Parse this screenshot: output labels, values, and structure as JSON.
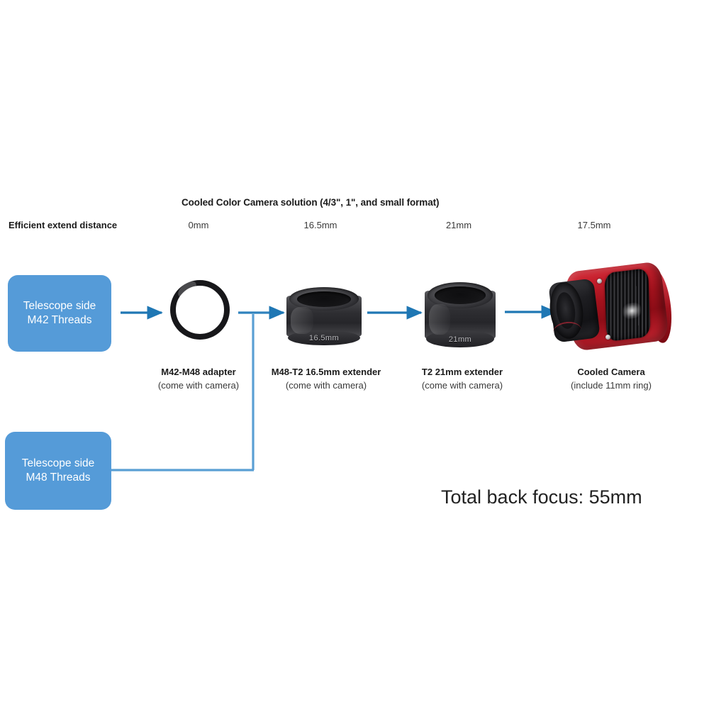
{
  "diagram": {
    "solution_title": "Cooled Color Camera solution (4/3\", 1\", and small format)",
    "row_label": "Efficient extend distance",
    "total_back_focus": "Total back focus: 55mm",
    "accent_blue": "#559bd8",
    "arrow_blue": "#1f77b4",
    "camera_red": "#c41f2c"
  },
  "telescope_inputs": [
    {
      "id": "m42",
      "line1": "Telescope side",
      "line2": "M42 Threads"
    },
    {
      "id": "m48",
      "line1": "Telescope side",
      "line2": "M48 Threads"
    }
  ],
  "distances": [
    {
      "value": "0mm"
    },
    {
      "value": "16.5mm"
    },
    {
      "value": "21mm"
    },
    {
      "value": "17.5mm"
    }
  ],
  "parts": [
    {
      "id": "adapter",
      "title": "M42-M48 adapter",
      "subtitle": "(come with camera)",
      "engraving": ""
    },
    {
      "id": "extender165",
      "title": "M48-T2 16.5mm extender",
      "subtitle": "(come with camera)",
      "engraving": "16.5mm"
    },
    {
      "id": "extender21",
      "title": "T2 21mm extender",
      "subtitle": "(come with camera)",
      "engraving": "21mm"
    },
    {
      "id": "camera",
      "title": "Cooled Camera",
      "subtitle": "(include 11mm ring)",
      "engraving": ""
    }
  ]
}
